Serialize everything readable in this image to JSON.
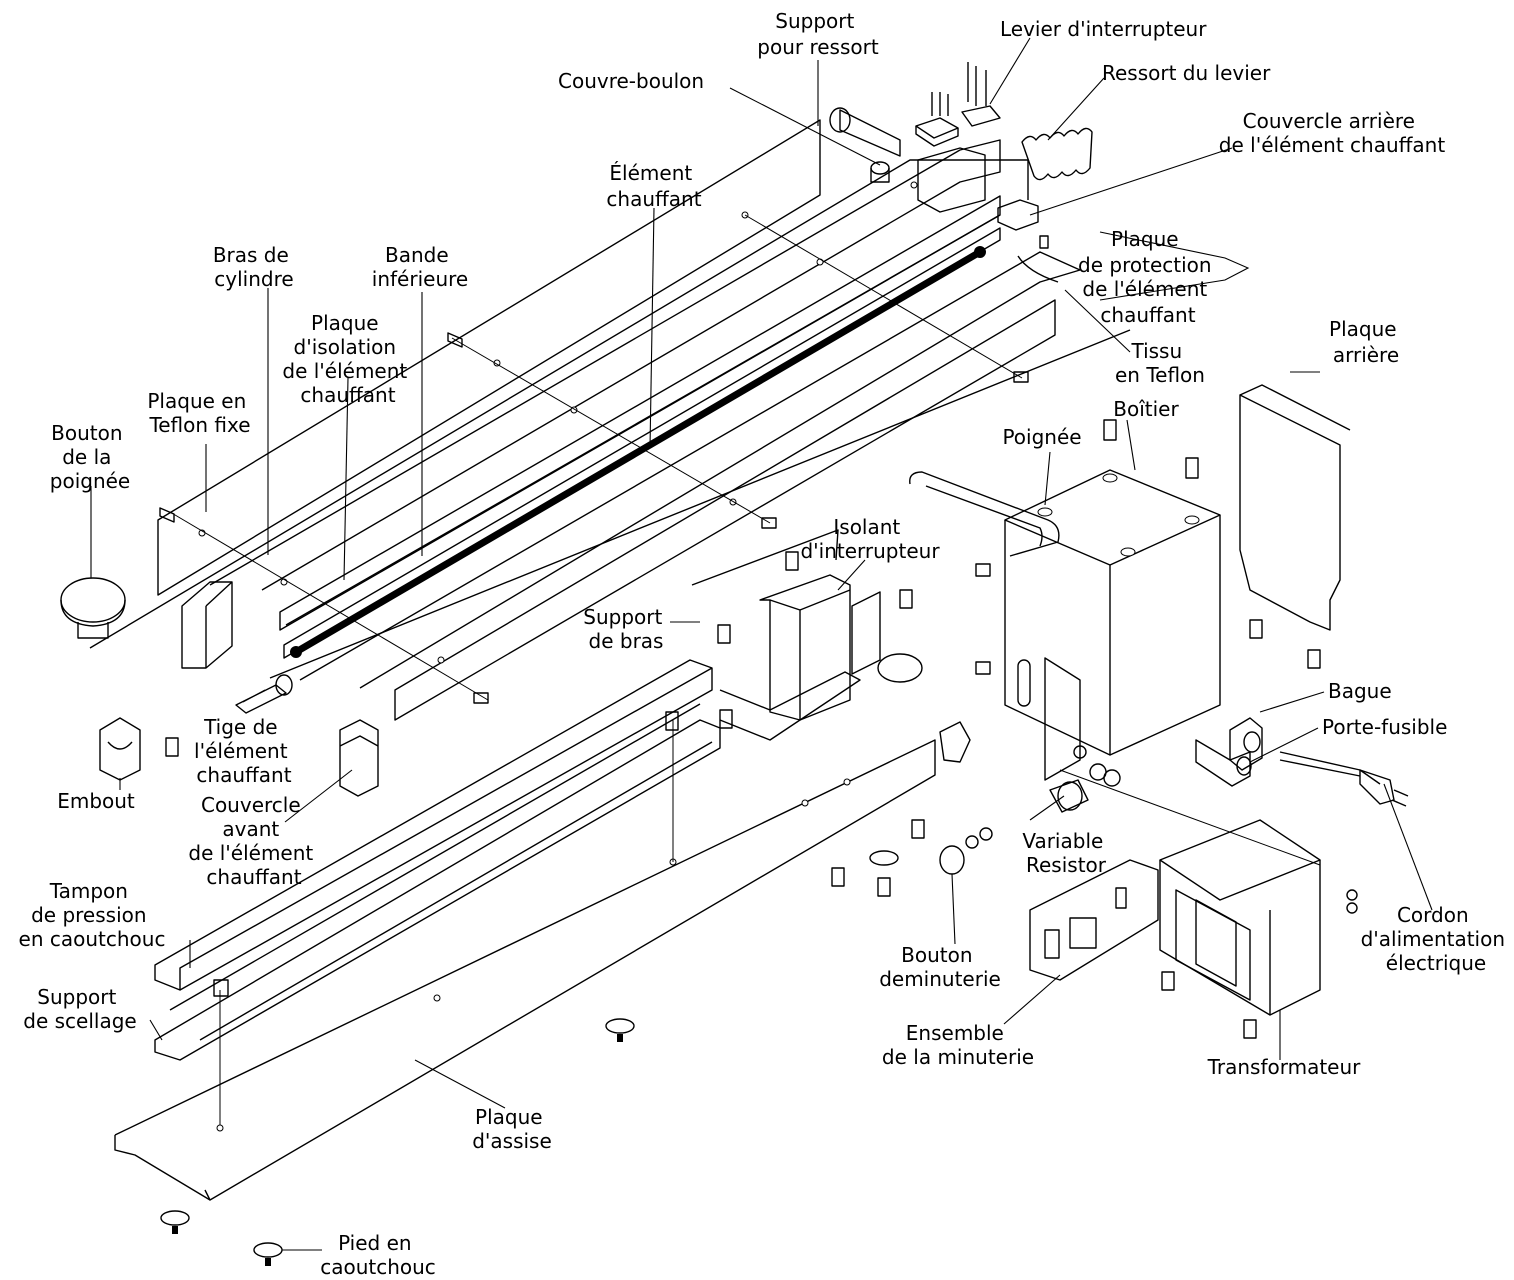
{
  "labels": {
    "support_ressort": [
      "Support",
      "pour ressort"
    ],
    "levier": [
      "Levier d'interrupteur"
    ],
    "ressort_levier": [
      "Ressort du levier"
    ],
    "couvre_boulon": [
      "Couvre-boulon"
    ],
    "couvercle_arriere": [
      "Couvercle arrière",
      "de l'élément chauffant"
    ],
    "element_chauffant": [
      "Élément",
      "chauffant"
    ],
    "plaque_protection": [
      "Plaque",
      "de protection",
      "de l'élément",
      "chauffant"
    ],
    "bras_cylindre": [
      "Bras de",
      "cylindre"
    ],
    "bande_inferieure": [
      "Bande",
      "inférieure"
    ],
    "plaque_isolation": [
      "Plaque",
      "d'isolation",
      "de l'élément",
      "chauffant"
    ],
    "tissu_teflon": [
      "Tissu",
      "en Teflon"
    ],
    "plaque_arriere": [
      "Plaque",
      "arrière"
    ],
    "plaque_teflon_fixe": [
      "Plaque en",
      "Teflon fixe"
    ],
    "bouton_poignee": [
      "Bouton",
      "de la",
      "poignée"
    ],
    "boitier": [
      "Boîtier"
    ],
    "poignee": [
      "Poignée"
    ],
    "isolant_interrupteur": [
      "Isolant",
      "d'interrupteur"
    ],
    "support_bras": [
      "Support",
      "de bras"
    ],
    "bague": [
      "Bague"
    ],
    "porte_fusible": [
      "Porte-fusible"
    ],
    "tige_element": [
      "Tige de",
      "l'élément",
      "chauffant"
    ],
    "embout": [
      "Embout"
    ],
    "couvercle_avant": [
      "Couvercle",
      "avant",
      "de l'élément",
      "chauffant"
    ],
    "variable_resistor": [
      "Variable",
      "Resistor"
    ],
    "cordon": [
      "Cordon",
      "d'alimentation",
      "électrique"
    ],
    "tampon_pression": [
      "Tampon",
      "de pression",
      "en caoutchouc"
    ],
    "bouton_minuterie": [
      "Bouton",
      "deminuterie"
    ],
    "support_scellage": [
      "Support",
      "de scellage"
    ],
    "ensemble_minuterie": [
      "Ensemble",
      "de la minuterie"
    ],
    "transformateur": [
      "Transformateur"
    ],
    "plaque_assise": [
      "Plaque",
      "d'assise"
    ],
    "pied_caoutchouc": [
      "Pied en",
      "caoutchouc"
    ]
  }
}
